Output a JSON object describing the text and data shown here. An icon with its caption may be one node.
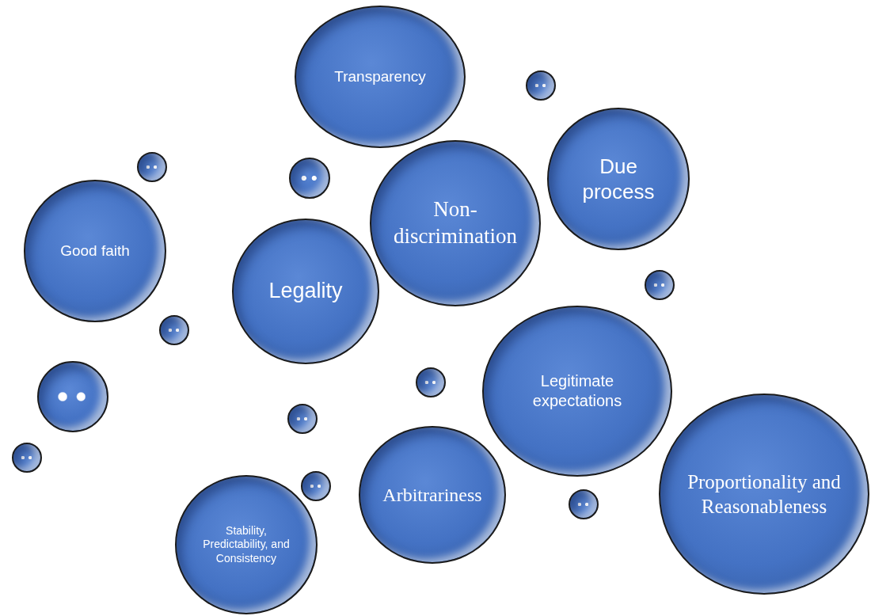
{
  "diagram": {
    "nodes": [
      {
        "text": [
          "Transparency"
        ]
      },
      {
        "text": [
          "Due process"
        ]
      },
      {
        "text": [
          "Good faith"
        ]
      },
      {
        "text": [
          "Non-discrimination"
        ]
      },
      {
        "text": [
          "Legality"
        ]
      },
      {
        "text": [
          "Legitimate expectations"
        ]
      },
      {
        "text": [
          "Proportionality and Reasonableness"
        ]
      },
      {
        "text": [
          "Arbitrariness"
        ]
      },
      {
        "text": [
          "Stability, Predictability, and Consistency"
        ]
      },
      {
        "text": [],
        "shape": "circle"
      },
      {
        "text": [],
        "shape": "circle"
      },
      {
        "text": [],
        "shape": "circle"
      },
      {
        "text": [],
        "shape": "circle"
      },
      {
        "text": [],
        "shape": "circle"
      },
      {
        "text": [],
        "shape": "circle"
      },
      {
        "text": [],
        "shape": "circle"
      },
      {
        "text": [],
        "shape": "circle"
      },
      {
        "text": [],
        "shape": "circle"
      },
      {
        "text": [],
        "shape": "circle"
      },
      {
        "text": [],
        "shape": "circle"
      }
    ]
  }
}
